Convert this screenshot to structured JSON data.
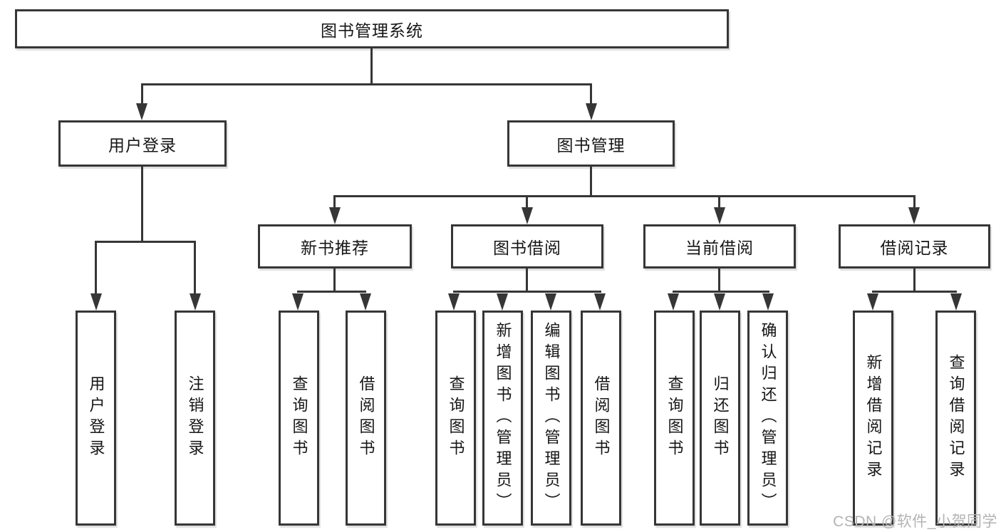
{
  "nodes": {
    "root": "图书管理系统",
    "user_login": "用户登录",
    "book_management": "图书管理",
    "new_book_recommend": "新书推荐",
    "book_borrow": "图书借阅",
    "current_borrow": "当前借阅",
    "borrow_records": "借阅记录"
  },
  "leaves": {
    "user_login": [
      "用户登录",
      "注销登录"
    ],
    "new_book_recommend": [
      "查询图书",
      "借阅图书"
    ],
    "book_borrow": [
      "查询图书",
      "新增图书（管理员）",
      "编辑图书（管理员）",
      "借阅图书"
    ],
    "current_borrow": [
      "查询图书",
      "归还图书",
      "确认归还（管理员）"
    ],
    "borrow_records": [
      "新增借阅记录",
      "查询借阅记录"
    ]
  },
  "watermark": "CSDN @软件_小贺同学",
  "colors": {
    "line": "#363636",
    "text": "#161616",
    "watermark": "#b3b3b3",
    "background": "#ffffff"
  }
}
